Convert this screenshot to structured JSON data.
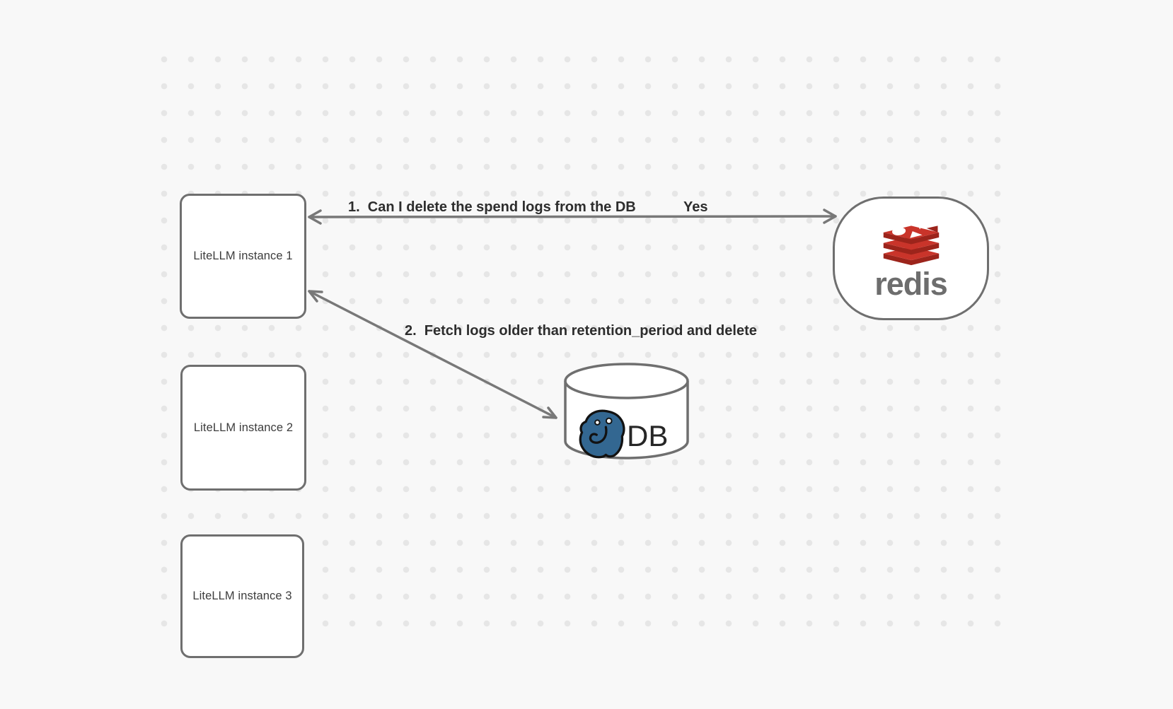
{
  "diagram": {
    "background_color": "#f8f8f8",
    "dot_color": "#e6e6e6",
    "stroke_color": "#6f6f6f",
    "arrow_color": "#787878",
    "instances": [
      {
        "label": "LiteLLM instance 1"
      },
      {
        "label": "LiteLLM instance 2"
      },
      {
        "label": "LiteLLM instance 3"
      }
    ],
    "redis_node": {
      "wordmark": "redis",
      "logo_red": "#c9342a",
      "logo_dark_red": "#9c241b",
      "wordmark_color": "#6d6d6d"
    },
    "db_node": {
      "label": "DB",
      "postgres_blue": "#336791"
    },
    "arrows": [
      {
        "label": "1.  Can I delete the spend logs from the DB",
        "response": "Yes"
      },
      {
        "label": "2.  Fetch logs older than retention_period and delete"
      }
    ]
  }
}
